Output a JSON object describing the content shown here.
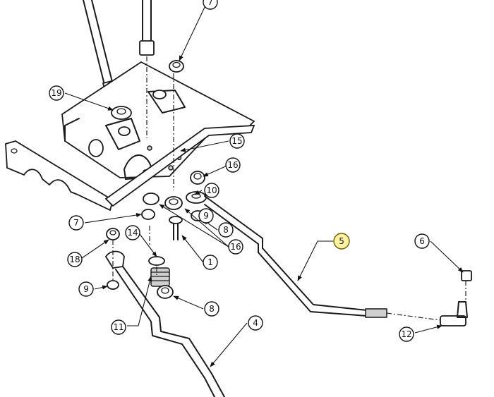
{
  "callouts": {
    "c1": "1",
    "c4": "4",
    "c5": "5",
    "c6": "6",
    "c7_top": "7",
    "c7": "7",
    "c8_a": "8",
    "c8_b": "8",
    "c9_a": "9",
    "c9_b": "9",
    "c10": "10",
    "c11": "11",
    "c12": "12",
    "c14": "14",
    "c15": "15",
    "c16_a": "16",
    "c16_b": "16",
    "c18": "18",
    "c19": "19"
  },
  "highlight_color": "#fff3a3",
  "highlighted_callout": "5"
}
